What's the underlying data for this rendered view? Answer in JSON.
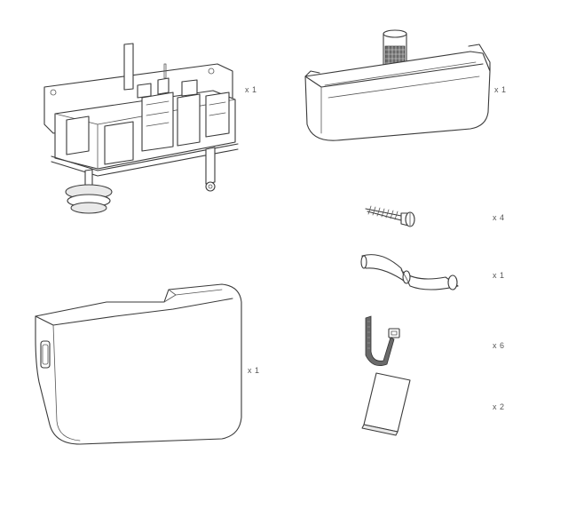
{
  "parts": [
    {
      "id": "pump-unit",
      "quantity": "x 1"
    },
    {
      "id": "reservoir-tray",
      "quantity": "x 1"
    },
    {
      "id": "mounting-screw",
      "quantity": "x 4"
    },
    {
      "id": "curved-hose-connector",
      "quantity": "x 1"
    },
    {
      "id": "cable-tie",
      "quantity": "x 6"
    },
    {
      "id": "adhesive-pad",
      "quantity": "x 2"
    },
    {
      "id": "pump-cover",
      "quantity": "x 1"
    }
  ],
  "colors": {
    "line": "#3a3a3a",
    "text": "#555555",
    "background": "#ffffff"
  }
}
